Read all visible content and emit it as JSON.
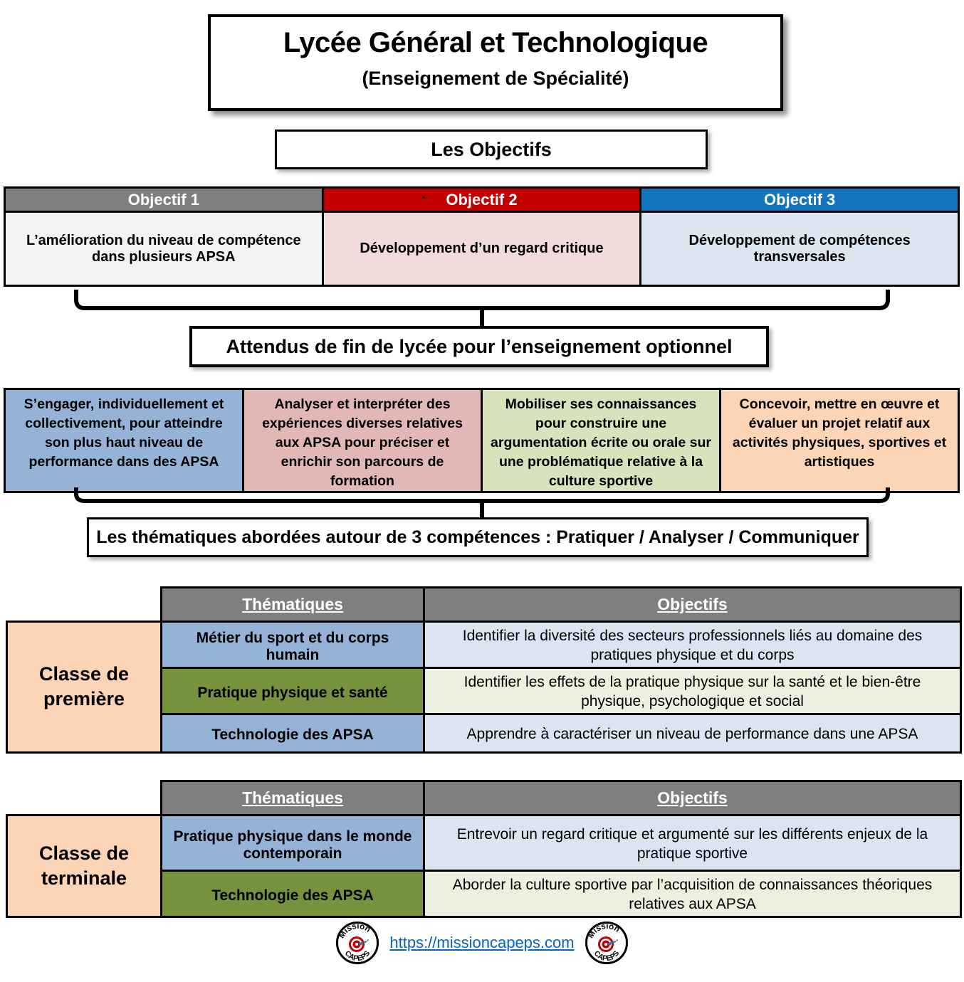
{
  "title": {
    "main": "Lycée Général et Technologique",
    "sub": "(Enseignement de Spécialité)"
  },
  "objectifs_banner": "Les Objectifs",
  "objectifs": [
    {
      "header": "Objectif 1",
      "body": "L’amélioration du niveau de compétence dans plusieurs APSA"
    },
    {
      "header": "Objectif 2",
      "bullet": "·",
      "body": "Développement d’un regard critique"
    },
    {
      "header": "Objectif 3",
      "body": "Développement de compétences transversales"
    }
  ],
  "attendus_banner": "Attendus de fin de lycée pour l’enseignement optionnel",
  "attendus": [
    {
      "text": "S’engager, individuellement et collectivement, pour atteindre son plus haut niveau de performance dans des APSA"
    },
    {
      "text": "Analyser et interpréter des expériences diverses relatives aux APSA pour préciser et enrichir son parcours de formation"
    },
    {
      "text": "Mobiliser ses connaissances pour construire une argumentation écrite ou orale sur une problématique relative à la culture sportive"
    },
    {
      "text": "Concevoir, mettre en œuvre et évaluer un projet relatif aux activités physiques, sportives et artistiques"
    }
  ],
  "thematiques_banner": "Les thématiques abordées autour de 3 compétences : Pratiquer / Analyser / Communiquer",
  "tables": [
    {
      "class_label": "Classe de première",
      "headers": {
        "thematiques": "Thématiques",
        "objectifs": "Objectifs"
      },
      "rows": [
        {
          "thematique": "Métier du sport et du corps humain",
          "objectif": "Identifier la diversité des secteurs professionnels liés au domaine des pratiques physique et du corps"
        },
        {
          "thematique": "Pratique physique et santé",
          "objectif": "Identifier les effets de la pratique physique sur la santé et le bien-être physique, psychologique et social"
        },
        {
          "thematique": "Technologie des APSA",
          "objectif": "Apprendre à caractériser un niveau de performance dans une APSA"
        }
      ]
    },
    {
      "class_label": "Classe de terminale",
      "headers": {
        "thematiques": "Thématiques",
        "objectifs": "Objectifs"
      },
      "rows": [
        {
          "thematique": "Pratique physique dans le monde contemporain",
          "objectif": "Entrevoir un regard critique et argumenté sur les différents enjeux de la pratique sportive"
        },
        {
          "thematique": "Technologie des APSA",
          "objectif": "Aborder la culture sportive par l’acquisition de connaissances théoriques relatives aux APSA"
        }
      ]
    }
  ],
  "footer": {
    "link": "https://missioncapeps.com",
    "logo_top": "Mission",
    "logo_bottom": "CAPEPS"
  },
  "colors": {
    "header_gray": "#7F7F7F",
    "header_red": "#C00000",
    "header_blue": "#1473BD",
    "attendus_blue": "#95B3D7",
    "attendus_pink": "#E2B8B7",
    "attendus_green": "#D6E3BC",
    "attendus_orange": "#FBD5B5",
    "theme_green": "#76923C",
    "label_peach": "#FBD5B5",
    "link_blue": "#0563C1"
  }
}
